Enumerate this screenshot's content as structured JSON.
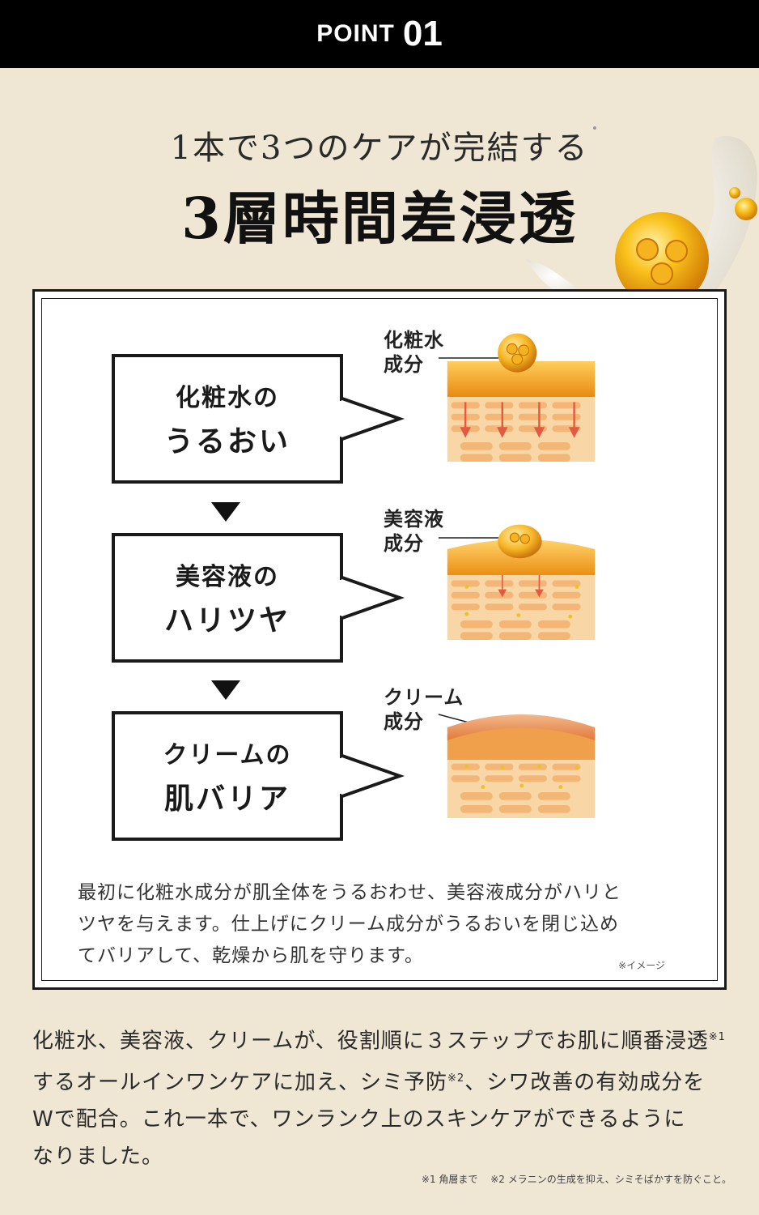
{
  "header": {
    "point_label": "POINT",
    "point_number": "01"
  },
  "hero": {
    "subtitle": "1本で3つのケアが完結する",
    "title": "3層時間差浸透"
  },
  "steps": [
    {
      "line1": "化粧水の",
      "line2": "うるおい",
      "ingredient_line1": "化粧水",
      "ingredient_line2": "成分"
    },
    {
      "line1": "美容液の",
      "line2": "ハリツヤ",
      "ingredient_line1": "美容液",
      "ingredient_line2": "成分"
    },
    {
      "line1": "クリームの",
      "line2": "肌バリア",
      "ingredient_line1": "クリーム",
      "ingredient_line2": "成分"
    }
  ],
  "panel": {
    "description_lines": [
      "最初に化粧水成分が肌全体をうるおわせ、美容液成分がハリと",
      "ツヤを与えます。仕上げにクリーム成分がうるおいを閉じ込め",
      "てバリアして、乾燥から肌を守ります。"
    ],
    "image_note": "※イメージ"
  },
  "body": {
    "line1": "化粧水、美容液、クリームが、役割順に３ステップでお肌に順番浸透",
    "sup1": "※1",
    "line2a": "するオールインワンケアに加え、シミ予防",
    "sup2": "※2",
    "line2b": "、シワ改善の有効成分を",
    "line3": "Wで配合。これ一本で、ワンランク上のスキンケアができるように",
    "line4": "なりました。"
  },
  "footnote": "※1 角層まで　 ※2 メラニンの生成を抑え、シミそばかすを防ぐこと。",
  "colors": {
    "header_bg": "#000000",
    "background": "#efe6d4",
    "gold": "#f2a51c",
    "skin": "#f5c58a"
  }
}
